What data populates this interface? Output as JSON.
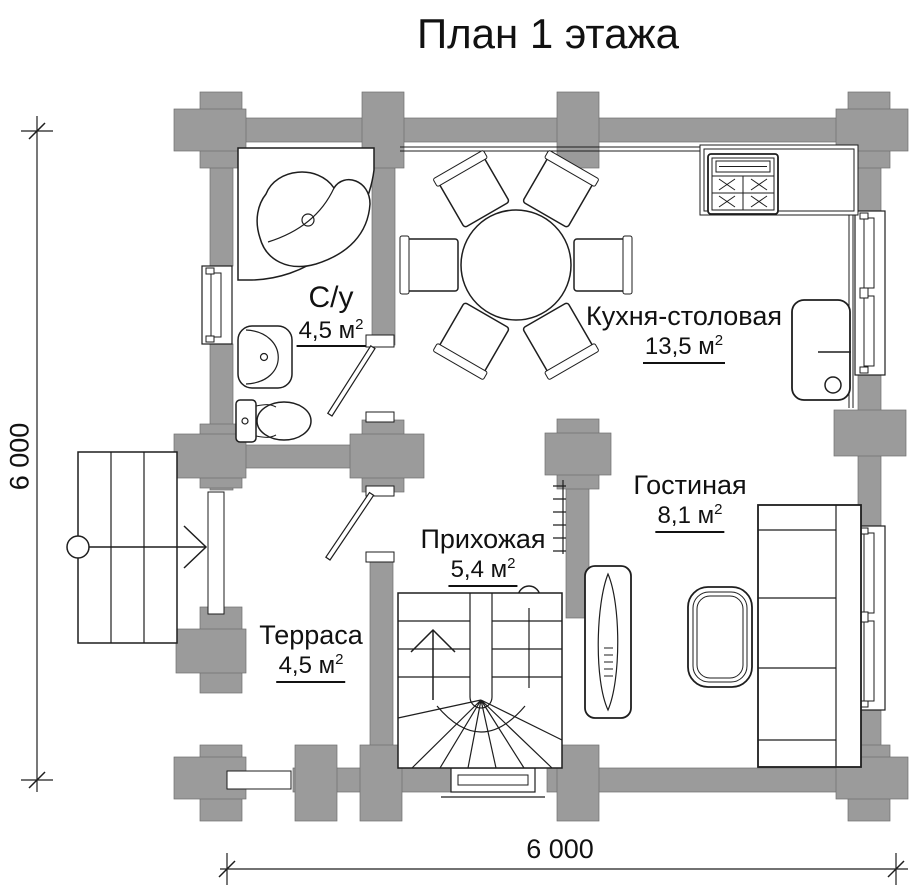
{
  "title": "План 1 этажа",
  "rooms": [
    {
      "name": "С/у",
      "area": "4,5 м",
      "area_sup": "2"
    },
    {
      "name": "Кухня-столовая",
      "area": "13,5 м",
      "area_sup": "2"
    },
    {
      "name": "Гостиная",
      "area": "8,1 м",
      "area_sup": "2"
    },
    {
      "name": "Прихожая",
      "area": "5,4 м",
      "area_sup": "2"
    },
    {
      "name": "Терраса",
      "area": "4,5 м",
      "area_sup": "2"
    }
  ],
  "dimensions": {
    "left": "6 000",
    "bottom": "6 000"
  },
  "colors": {
    "wall_fill": "#9b9b9b",
    "wall_stroke": "#6e6e6e",
    "line": "#1e1e1e",
    "background": "#ffffff"
  },
  "furniture_icons": [
    "corner-bathtub",
    "washbasin",
    "toilet",
    "round-dining-table",
    "dining-chair",
    "gas-stove",
    "kitchen-counter",
    "kitchen-sink-unit",
    "sofa",
    "coffee-table",
    "winder-staircase",
    "up-arrow",
    "coat-rack",
    "hall-cabinet",
    "entrance-steps",
    "entry-arrow",
    "window",
    "door-leaf"
  ]
}
